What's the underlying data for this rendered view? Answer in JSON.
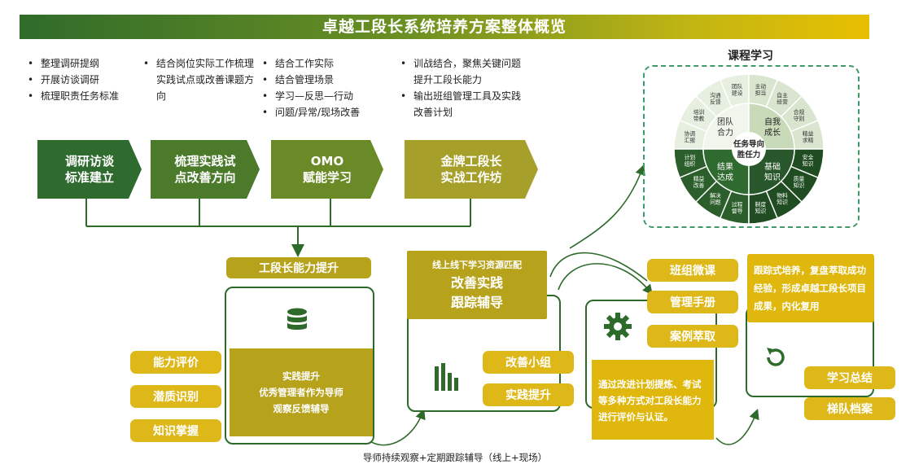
{
  "title": "卓越工段长系统培养方案整体概览",
  "bullets": {
    "col1": [
      "整理调研提纲",
      "开展访谈调研",
      "梳理职责任务标准"
    ],
    "col2": [
      "结合岗位实际工作梳理实践试点或改善课题方向"
    ],
    "col3": [
      "结合工作实际",
      "结合管理场景",
      "学习—反思—行动",
      "问题/异常/现场改善"
    ],
    "col4": [
      "训战结合，聚焦关键问题提升工段长能力",
      "输出班组管理工具及实践改善计划"
    ]
  },
  "stages": [
    {
      "l1": "调研访谈",
      "l2": "标准建立",
      "color": "#2f6b2f"
    },
    {
      "l1": "梳理实践试",
      "l2": "点改善方向",
      "color": "#4b7a2b"
    },
    {
      "l1": "OMO",
      "l2": "赋能学习",
      "color": "#6a8a27"
    },
    {
      "l1": "金牌工段长",
      "l2": "实战工作坊",
      "color": "#a6a02a"
    }
  ],
  "course": {
    "title": "课程学习",
    "center_l1": "任务导向",
    "center_l2": "胜任力",
    "quadrants": {
      "team": [
        "团队",
        "合力"
      ],
      "self": [
        "自我",
        "成长"
      ],
      "result": [
        "结果",
        "达成"
      ],
      "knowledge": [
        "基础",
        "知识"
      ]
    },
    "outer": {
      "top_left": [
        "团队建设",
        "沟通反馈",
        "培训带教",
        "协调汇报"
      ],
      "top_right": [
        "主动担当",
        "自主经营",
        "合规守则",
        "精益求精"
      ],
      "bottom_left": [
        "过程督导",
        "解决问题",
        "精益改善",
        "计划组织"
      ],
      "bottom_right": [
        "制度知识",
        "物料知识",
        "质量知识",
        "安全知识"
      ]
    }
  },
  "ability": {
    "header": "工段长能力提升",
    "box_lines": [
      "实践提升",
      "优秀管理者作为导师",
      "观察反馈辅导"
    ],
    "left_pills": [
      "能力评价",
      "潜质识别",
      "知识掌握"
    ]
  },
  "practice": {
    "subtitle": "线上线下学习资源匹配",
    "l1": "改善实践",
    "l2": "跟踪辅导",
    "pills": [
      "改善小组",
      "实践提升"
    ]
  },
  "eval": {
    "pills": [
      "班组微课",
      "管理手册",
      "案例萃取"
    ],
    "text": "通过改进计划提炼、考试等多种方式对工段长能力进行评价与认证。"
  },
  "summary": {
    "text": "跟踪式培养，复盘萃取成功经验，形成卓越工段长项目成果，内化复用",
    "pills": [
      "学习总结",
      "梯队档案"
    ]
  },
  "footer": "导师持续观察+定期跟踪辅导（线上+现场）",
  "icons": [
    "database-icon",
    "bar-chart-icon",
    "gear-icon",
    "refresh-icon"
  ],
  "colors": {
    "dark_green": "#2e6b2a",
    "olive": "#b7a21c",
    "gold": "#ddb818"
  }
}
